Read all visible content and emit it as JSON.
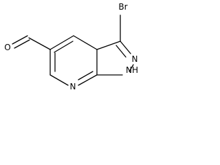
{
  "molecule": {
    "atoms": {
      "bromine": "Br",
      "oxygen": "O",
      "nitrogen_pyrazole": "N",
      "nitrogen_nh": "NH",
      "nitrogen_pyridine": "N"
    },
    "colors": {
      "bond": "#000000",
      "label": "#000000",
      "background": "#ffffff"
    }
  }
}
